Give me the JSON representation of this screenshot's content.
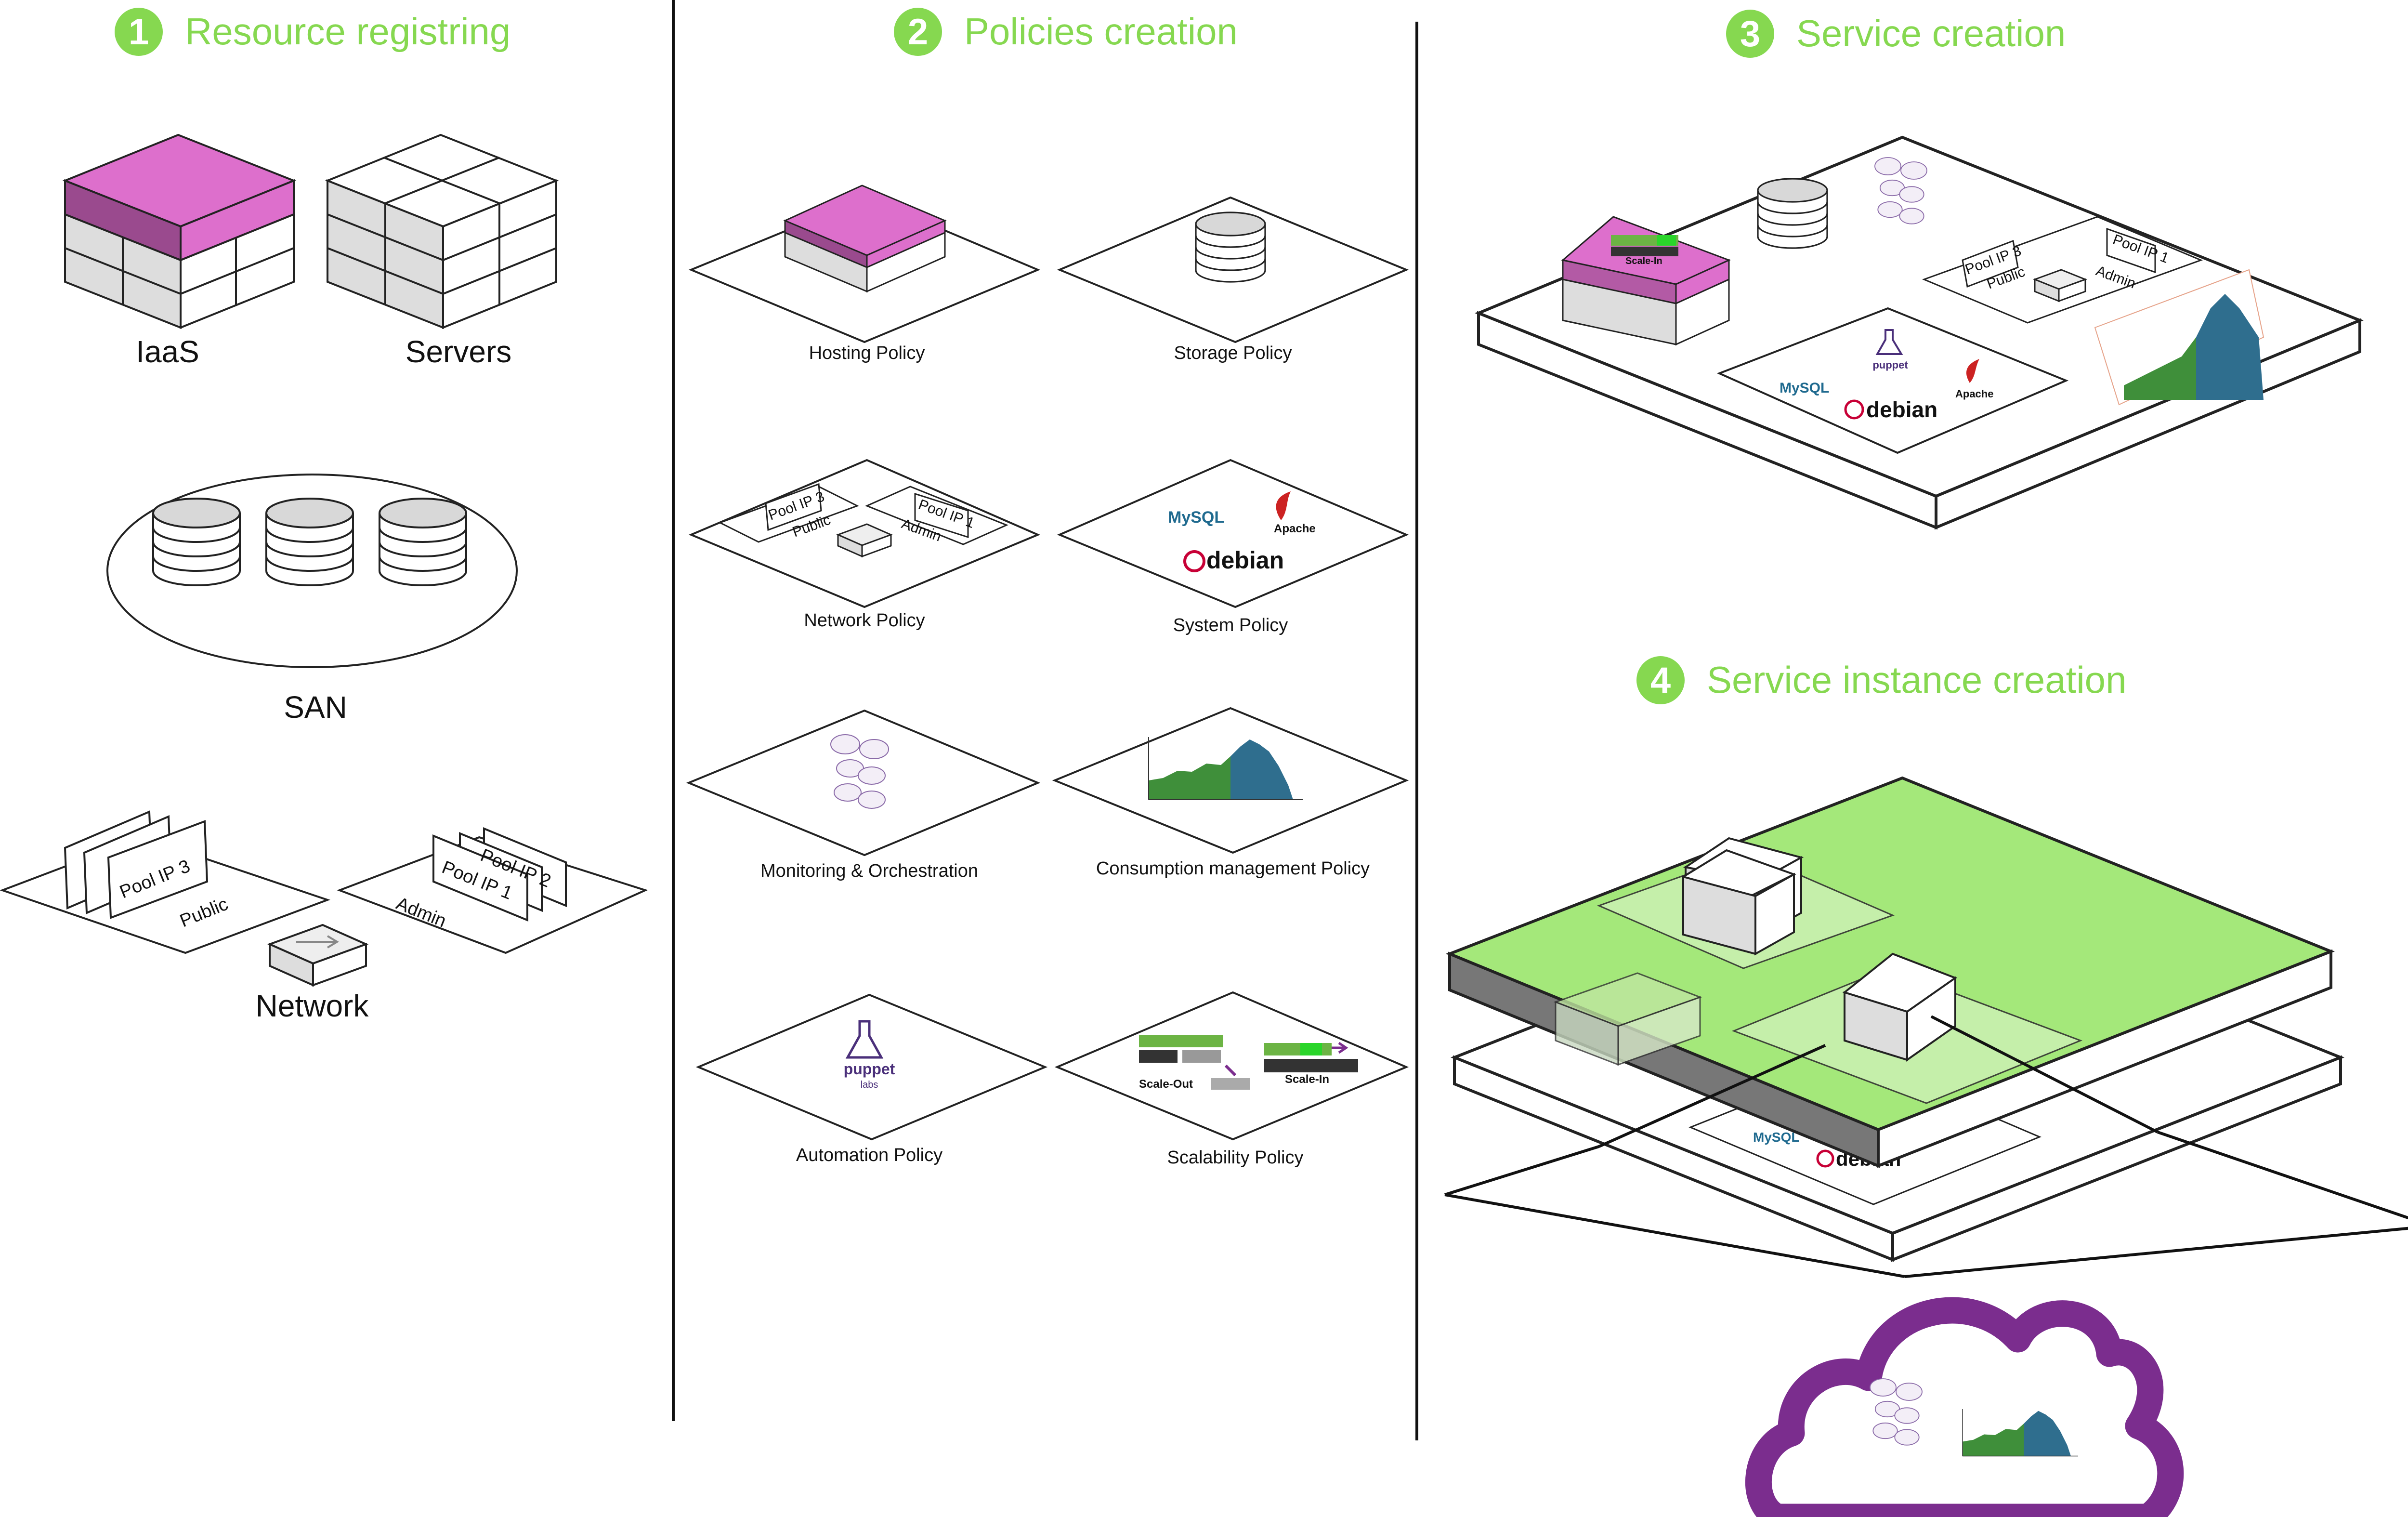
{
  "steps": [
    {
      "num": "1",
      "title": "Resource registring"
    },
    {
      "num": "2",
      "title": "Policies creation"
    },
    {
      "num": "3",
      "title": "Service creation"
    },
    {
      "num": "4",
      "title": "Service instance creation"
    }
  ],
  "resources": {
    "iaas": "IaaS",
    "servers": "Servers",
    "san": "SAN",
    "network": "Network",
    "pool_ip_3": "Pool IP 3",
    "pool_ip_2": "Pool IP 2",
    "pool_ip_1": "Pool IP 1",
    "public": "Public",
    "admin": "Admin"
  },
  "policies": {
    "hosting": "Hosting Policy",
    "storage": "Storage Policy",
    "network": "Network Policy",
    "system": "System Policy",
    "monitoring": "Monitoring & Orchestration",
    "consumption": "Consumption management Policy",
    "automation": "Automation Policy",
    "scalability": "Scalability Policy"
  },
  "logos": {
    "mysql": "MySQL",
    "apache": "Apache",
    "debian": "debian",
    "puppet": "puppet",
    "puppet_sub": "labs"
  },
  "scale": {
    "out": "Scale-Out",
    "in": "Scale-In"
  },
  "colors": {
    "accent_green": "#86d850",
    "magenta": "#dd6fcc",
    "instance_green": "#a4e87a",
    "cloud_purple": "#7b2d8e",
    "chart_green": "#3f8f3a",
    "chart_blue": "#2f6e8e"
  }
}
